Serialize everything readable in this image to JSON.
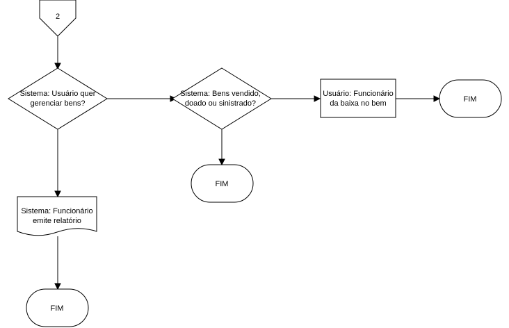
{
  "diagram": {
    "nodes": {
      "connector": {
        "text": "2"
      },
      "decision_manage": {
        "line1": "Sistema: Usuário quer",
        "line2": "gerenciar bens?"
      },
      "decision_status": {
        "line1": "Sistema: Bens vendido,",
        "line2": "doado ou sinistrado?"
      },
      "process_user": {
        "line1": "Usuário: Funcionário",
        "line2": "da baixa no bem"
      },
      "terminal_right": {
        "text": "FIM"
      },
      "terminal_middle": {
        "text": "FIM"
      },
      "document_report": {
        "line1": "Sistema: Funcionário",
        "line2": "emite relatório"
      },
      "terminal_bottom": {
        "text": "FIM"
      }
    },
    "edges": [
      {
        "from": "connector",
        "to": "decision_manage"
      },
      {
        "from": "decision_manage",
        "to": "decision_status"
      },
      {
        "from": "decision_manage",
        "to": "document_report"
      },
      {
        "from": "decision_status",
        "to": "process_user"
      },
      {
        "from": "decision_status",
        "to": "terminal_middle"
      },
      {
        "from": "process_user",
        "to": "terminal_right"
      },
      {
        "from": "document_report",
        "to": "terminal_bottom"
      }
    ]
  }
}
